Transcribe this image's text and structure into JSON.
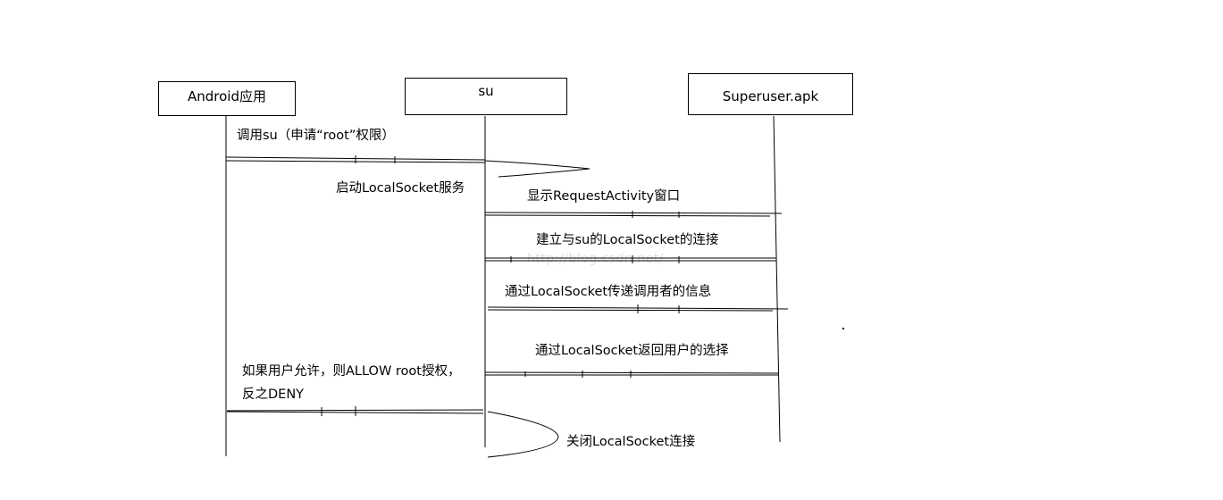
{
  "actors": [
    {
      "id": "android",
      "label": "Android应用"
    },
    {
      "id": "su",
      "label": "su"
    },
    {
      "id": "superuser",
      "label": "Superuser.apk"
    }
  ],
  "messages": [
    {
      "id": "m1",
      "label": "调用su（申请“root”权限）",
      "from": "android",
      "to": "su"
    },
    {
      "id": "m2",
      "label": "启动LocalSocket服务",
      "from": "su",
      "to": "su",
      "kind": "self"
    },
    {
      "id": "m3",
      "label": "显示RequestActivity窗口",
      "from": "su",
      "to": "superuser"
    },
    {
      "id": "m4",
      "label": "建立与su的LocalSocket的连接",
      "from": "superuser",
      "to": "su"
    },
    {
      "id": "m5",
      "label": "通过LocalSocket传递调用者的信息",
      "from": "su",
      "to": "superuser"
    },
    {
      "id": "m6",
      "label": "通过LocalSocket返回用户的选择",
      "from": "superuser",
      "to": "su"
    },
    {
      "id": "m7",
      "label_lines": [
        "如果用户允许，则ALLOW root授权，",
        "反之DENY"
      ],
      "from": "su",
      "to": "android"
    },
    {
      "id": "m8",
      "label": "关闭LocalSocket连接",
      "from": "su",
      "to": "su",
      "kind": "self"
    }
  ],
  "watermark": "http://blog.csdn.net/",
  "colors": {
    "line": "#000000",
    "background": "#ffffff",
    "text": "#000000"
  }
}
